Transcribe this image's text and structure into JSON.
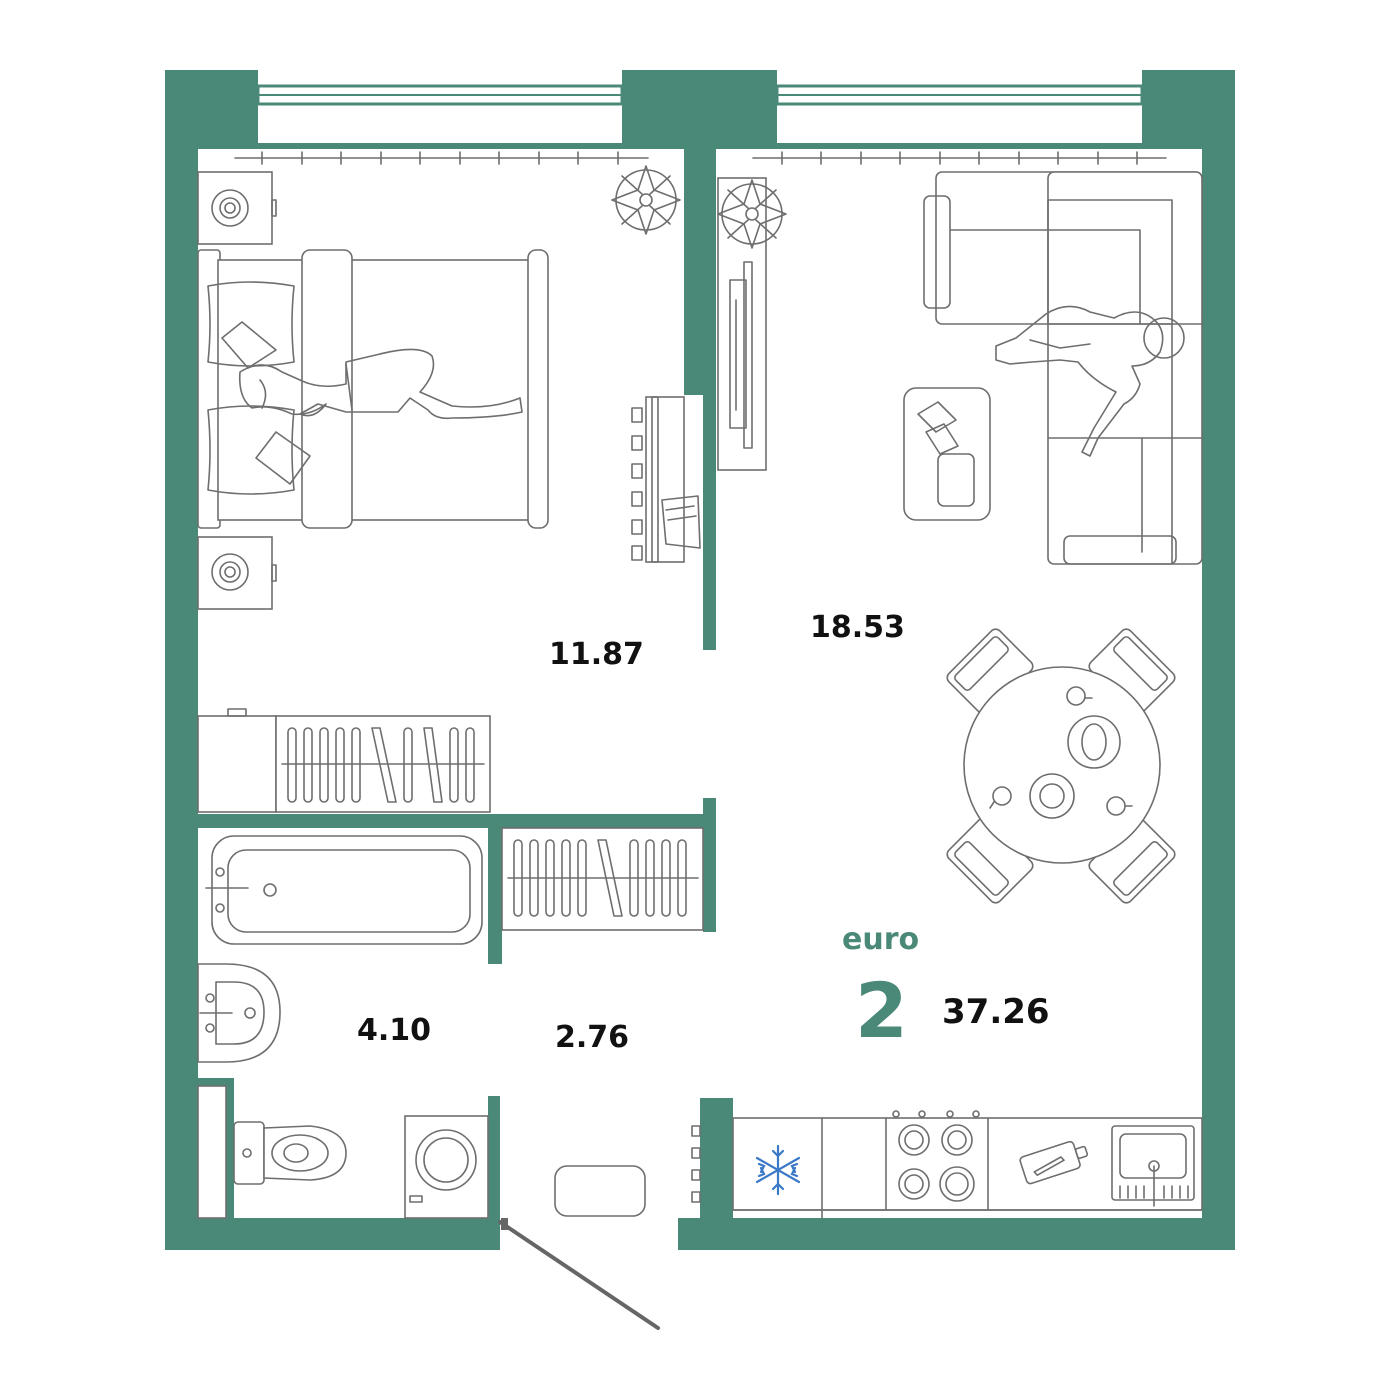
{
  "colors": {
    "wall": "#4a8878",
    "furniture_stroke": "#6e6e6e",
    "freezer_icon": "#3a78c8",
    "label_text": "#111111",
    "background": "#ffffff"
  },
  "rooms": {
    "bedroom_area": "11.87",
    "living_kitchen_area": "18.53",
    "bathroom_area": "4.10",
    "hallway_area": "2.76"
  },
  "layout_type": {
    "label": "euro",
    "rooms_count": "2",
    "total_area": "37.26"
  },
  "icons": [
    "snowflake-icon",
    "plant-icon",
    "washing-machine-icon",
    "stove-icon",
    "sink-icon",
    "cutting-board-icon"
  ]
}
